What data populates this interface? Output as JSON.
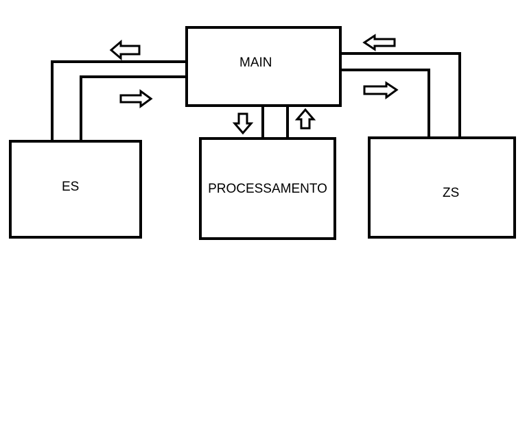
{
  "nodes": {
    "main": {
      "label": "MAIN"
    },
    "es": {
      "label": "ES"
    },
    "processamento": {
      "label": "PROCESSAMENTO"
    },
    "zs": {
      "label": "ZS"
    }
  },
  "edges": [
    {
      "from": "main",
      "to": "es",
      "arrow": "left"
    },
    {
      "from": "es",
      "to": "main",
      "arrow": "right"
    },
    {
      "from": "main",
      "to": "processamento",
      "arrow": "down"
    },
    {
      "from": "processamento",
      "to": "main",
      "arrow": "up"
    },
    {
      "from": "zs",
      "to": "main",
      "arrow": "left"
    },
    {
      "from": "main",
      "to": "zs",
      "arrow": "right"
    }
  ],
  "colors": {
    "stroke": "#000000",
    "background": "#ffffff"
  }
}
